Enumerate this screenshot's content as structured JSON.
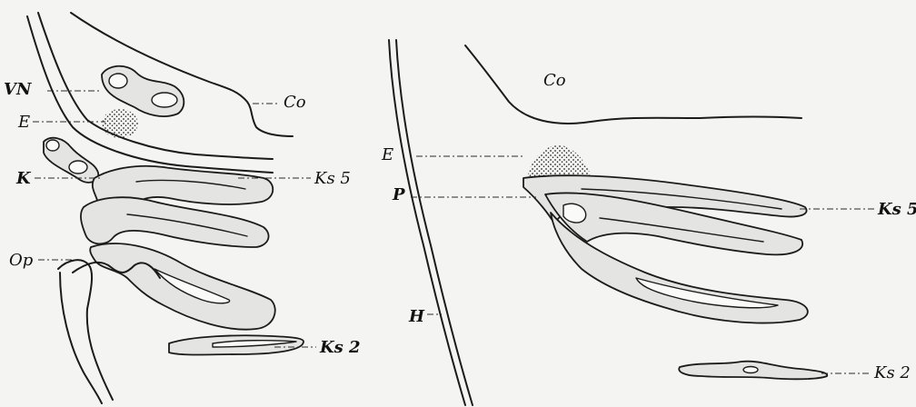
{
  "figure": {
    "left": {
      "labels": {
        "vn": "VN",
        "e": "E",
        "k": "K",
        "op": "Op",
        "co": "Co",
        "ks5": "Ks 5",
        "ks2": "Ks 2"
      }
    },
    "right": {
      "labels": {
        "co": "Co",
        "e": "E",
        "p": "P",
        "h": "H",
        "ks5": "Ks 5",
        "ks2": "Ks 2"
      }
    },
    "colors": {
      "line": "#1b1b1b",
      "tissue": "#e4e4e2",
      "background": "#f4f4f2",
      "stipple": "#2b2b2b"
    }
  }
}
